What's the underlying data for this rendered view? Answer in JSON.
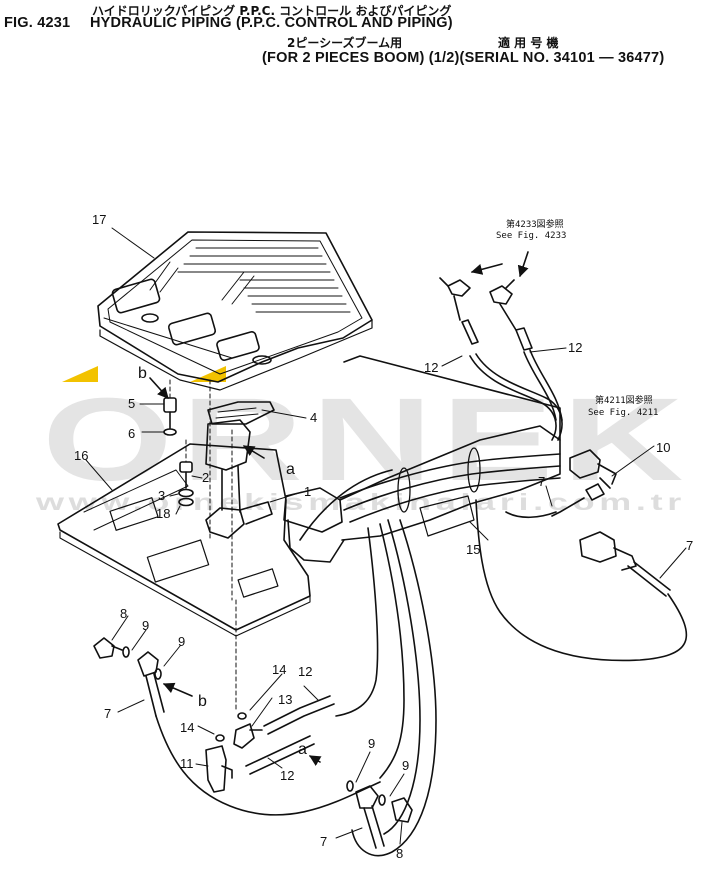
{
  "header": {
    "line1_jp": "ハイドロリックパイピング P.P.C. コントロール およびパイピング",
    "fig_number": "FIG. 4231",
    "title": "HYDRAULIC PIPING (P.P.C. CONTROL AND PIPING)",
    "line3_jp": "2ピーシーズブーム用",
    "serial_jp": "適 用 号 機",
    "subtitle": "(FOR 2 PIECES BOOM) (1/2)(SERIAL NO. 34101 — 36477)"
  },
  "watermark": {
    "brand": "ORNEK",
    "url": "www.ornekismakinalari.com.tr",
    "accent_color": "#f2c200"
  },
  "references": {
    "fig4233_jp": "第4233図参照",
    "fig4233_en": "See Fig. 4233",
    "fig4211_jp": "第4211図参照",
    "fig4211_en": "See Fig. 4211"
  },
  "callouts": {
    "c17": "17",
    "c16": "16",
    "c15": "15",
    "c14a": "14",
    "c14b": "14",
    "c13": "13",
    "c12a": "12",
    "c12b": "12",
    "c12c": "12",
    "c12d": "12",
    "c11": "11",
    "c10": "10",
    "c9a": "9",
    "c9b": "9",
    "c9c": "9",
    "c9d": "9",
    "c8a": "8",
    "c8b": "8",
    "c7a": "7",
    "c7b": "7",
    "c7c": "7",
    "c7d": "7",
    "c6": "6",
    "c5": "5",
    "c4": "4",
    "c3": "3",
    "c2": "2",
    "c1": "1",
    "c18": "18"
  },
  "markers": {
    "a1": "a",
    "a2": "a",
    "b1": "b",
    "b2": "b"
  }
}
